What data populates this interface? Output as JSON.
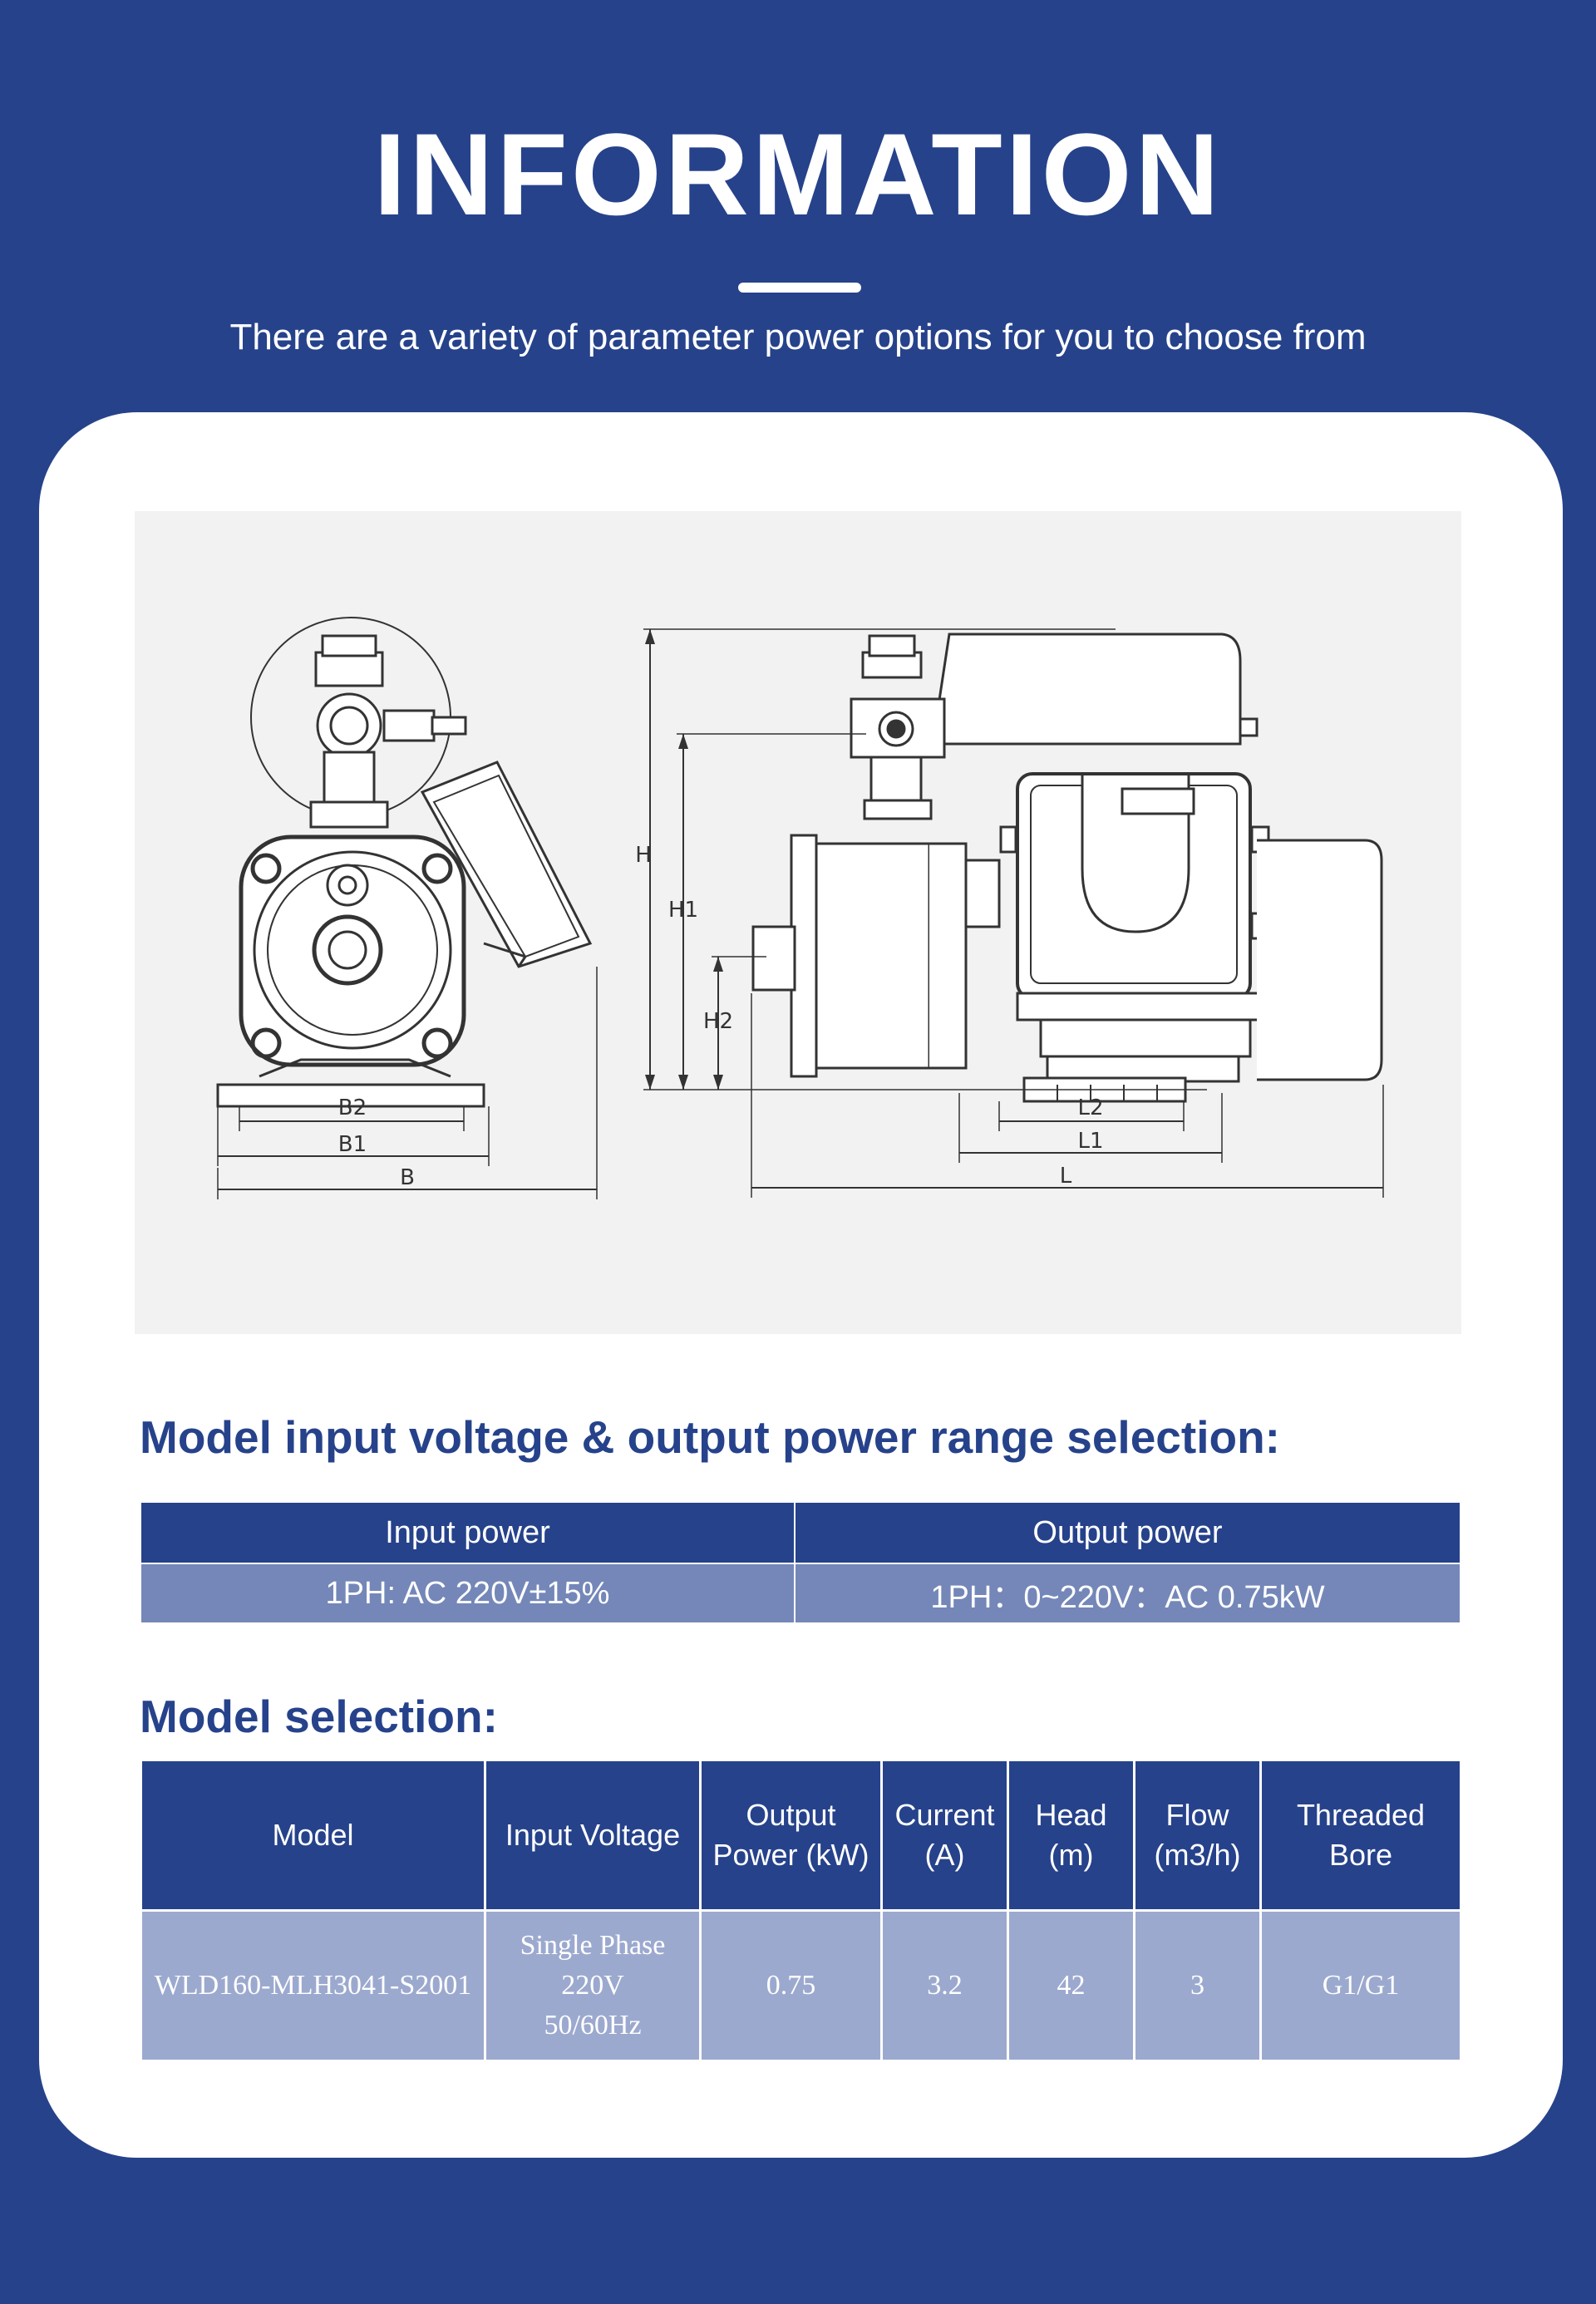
{
  "header": {
    "title": "INFORMATION",
    "subtitle": "There are a variety of parameter power options for you to choose from"
  },
  "drawing": {
    "labels": {
      "h": "H",
      "h1": "H1",
      "h2": "H2",
      "b": "B",
      "b1": "B1",
      "b2": "B2",
      "l": "L",
      "l1": "L1",
      "l2": "L2"
    }
  },
  "power_section": {
    "title": "Model input voltage & output power range selection:",
    "headers": [
      "Input power",
      "Output power"
    ],
    "rows": [
      [
        "1PH:   AC 220V±15%",
        "1PH：0~220V：AC 0.75kW"
      ]
    ]
  },
  "model_section": {
    "title": "Model selection:",
    "headers": [
      [
        "Model"
      ],
      [
        "Input Voltage"
      ],
      [
        "Output",
        "Power (kW)"
      ],
      [
        "Current",
        "(A)"
      ],
      [
        "Head",
        "(m)"
      ],
      [
        "Flow",
        "(m3/h)"
      ],
      [
        "Threaded",
        "Bore"
      ]
    ],
    "rows": [
      [
        [
          "WLD160-MLH3041-S2001"
        ],
        [
          "Single Phase",
          "220V",
          "50/60Hz"
        ],
        [
          "0.75"
        ],
        [
          "3.2"
        ],
        [
          "42"
        ],
        [
          "3"
        ],
        [
          "G1/G1"
        ]
      ]
    ]
  },
  "colors": {
    "brand_blue": "#26428b",
    "table_row_light": "#9ca9cf",
    "table_row_mid": "#7487b8"
  }
}
